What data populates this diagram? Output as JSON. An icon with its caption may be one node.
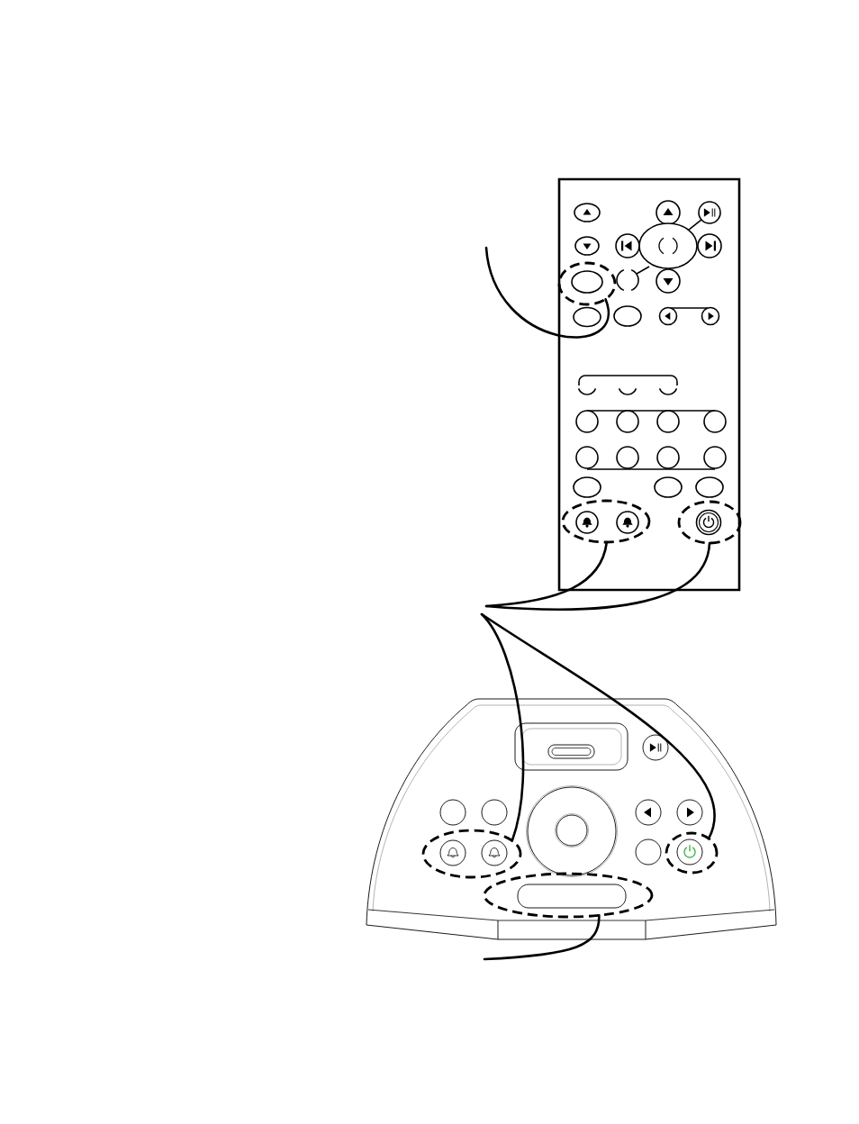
{
  "diagram": {
    "nodes": [
      {
        "text": [],
        "shape": "ellipse"
      },
      {
        "text": [],
        "shape": "ellipse"
      },
      {
        "text": [],
        "shape": "ellipse"
      },
      {
        "text": [],
        "shape": "ellipse"
      },
      {
        "text": [],
        "shape": "ellipse"
      },
      {
        "text": [],
        "shape": "ellipse"
      }
    ],
    "edges": [
      {
        "from": null,
        "to": 0,
        "arrow": "none"
      },
      {
        "from": null,
        "to": 1,
        "arrow": "none"
      },
      {
        "from": null,
        "to": 2,
        "arrow": "none"
      },
      {
        "from": null,
        "to": 3,
        "arrow": "none"
      },
      {
        "from": null,
        "to": 4,
        "arrow": "none"
      },
      {
        "from": null,
        "to": 5,
        "arrow": "none"
      }
    ]
  }
}
